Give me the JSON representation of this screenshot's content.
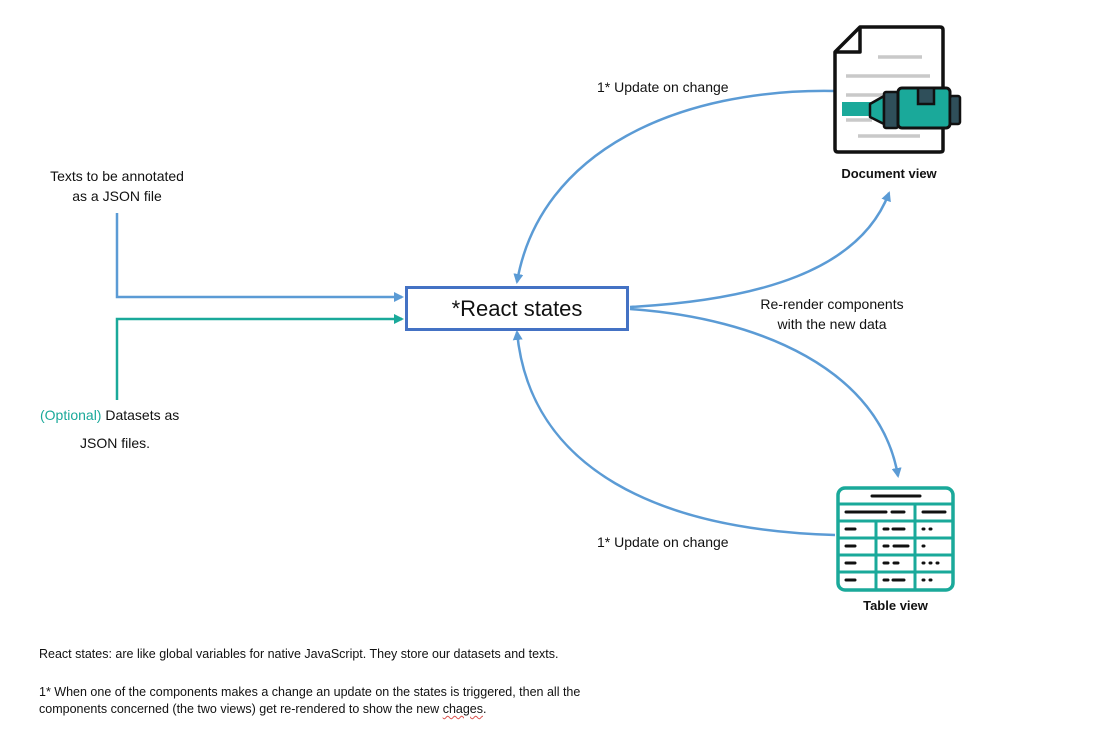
{
  "input_texts": {
    "line1": "Texts to be annotated",
    "line2": "as a JSON file"
  },
  "input_datasets": {
    "optional_tag": "(Optional)",
    "line1_rest": " Datasets as",
    "line2": "JSON files."
  },
  "center_box": {
    "label": "*React states"
  },
  "document_view": {
    "label": "Document view",
    "icon": "document-highlighter-icon"
  },
  "table_view": {
    "label": "Table view",
    "icon": "table-icon"
  },
  "update_top": "1* Update on change",
  "update_bottom": "1* Update on change",
  "rerender": {
    "line1": "Re-render components",
    "line2": "with the new data"
  },
  "notes": {
    "definition": "React states: are like global variables for native JavaScript. They store our datasets and texts.",
    "footnote_line1": "1* When one of the components makes a change an update on the states is triggered, then all the",
    "footnote_line2_start": "components concerned (the two views) get re-rendered to show the new ",
    "footnote_line2_misspelled": "chages",
    "footnote_line2_end": "."
  },
  "colors": {
    "blue_arrow": "#5b9bd5",
    "teal_arrow": "#1aa99a",
    "box_border": "#4472c4",
    "teal_icon": "#1aa99a",
    "dark_icon": "#2f4f5a"
  }
}
